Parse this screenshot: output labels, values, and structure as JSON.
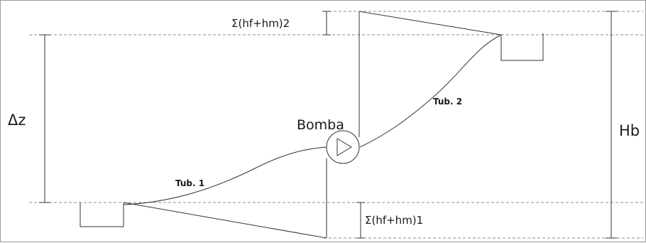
{
  "labels": {
    "delta_z": "Δz",
    "hb": "Hb",
    "bomba": "Bomba",
    "tub1": "Tub. 1",
    "tub2": "Tub. 2",
    "losses_2": "Σ(hf+hm)2",
    "losses_1": "Σ(hf+hm)1"
  },
  "colors": {
    "line": "#333333",
    "dashed_guide": "#8c8c8c",
    "frame": "#9a9a9a"
  }
}
